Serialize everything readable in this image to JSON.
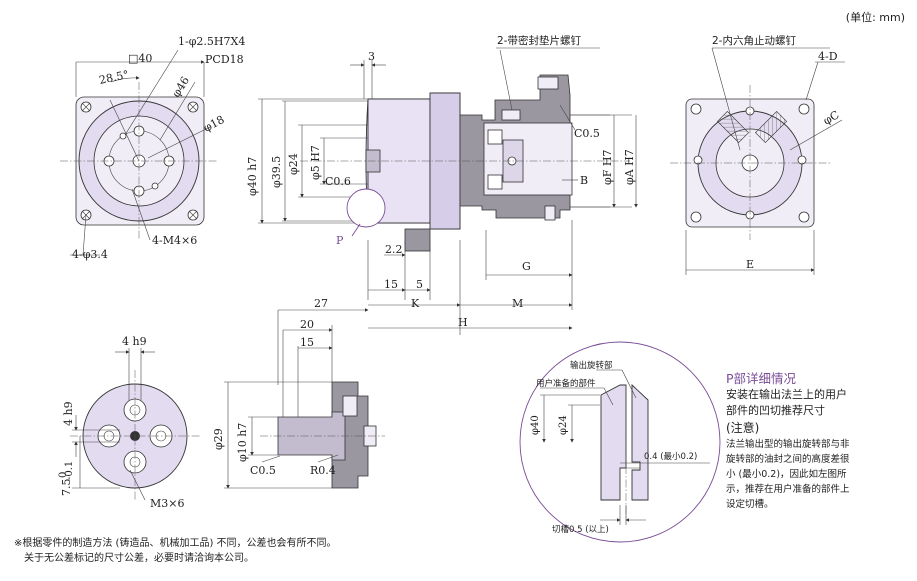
{
  "unit_label": "(单位: mm)",
  "front_view": {
    "square": "□40",
    "holes_label": "1-φ2.5H7X4",
    "pcd": "PCD18",
    "angle": "28.5°",
    "dia_outer": "φ46",
    "dia_pcd": "φ18",
    "corner_holes": "4-φ3.4",
    "tapped_holes": "4-M4×6"
  },
  "side_view": {
    "seal_screw": "2-带密封垫片螺钉",
    "dim_3": "3",
    "dia_40": "φ40 h7",
    "dia_395": "φ39.5",
    "dia_24": "φ24",
    "dia_5": "φ5 H7",
    "c06": "C0.6",
    "c05": "C0.5",
    "dia_f": "φF H7",
    "dia_a": "φA H7",
    "b": "B",
    "p": "P",
    "dim_22": "2.2",
    "dim_15": "15",
    "dim_5": "5",
    "g": "G",
    "k": "K",
    "dim_27": "27",
    "m": "M",
    "h": "H"
  },
  "rear_view": {
    "set_screw": "2-内六角止动螺钉",
    "d": "4-D",
    "c": "φC",
    "e": "E"
  },
  "shaft_front": {
    "key_width": "4 h9",
    "key_height": "4 h9",
    "dim_75": "7.5",
    "tol_upper": "0",
    "tol_lower": "-0.1",
    "tapped": "M3×6"
  },
  "shaft_side": {
    "dim_20": "20",
    "dim_15": "15",
    "dia_29": "φ29",
    "dia_10": "φ10 h7",
    "c05": "C0.5",
    "r04": "R0.4"
  },
  "detail_circle": {
    "output_rotor": "输出旋转部",
    "user_part": "用户准备的部件",
    "dia_40": "φ40",
    "dia_24": "φ24",
    "gap": "0.4 (最小0.2)",
    "groove": "切槽0.5 (以上)"
  },
  "p_detail": {
    "title": "P部详细情况",
    "line1": "安装在输出法兰上的用户",
    "line2": "部件的凹切推荐尺寸",
    "caution": "(注意)",
    "note1": "法兰输出型的输出旋转部与非",
    "note2": "旋转部的油封之间的高度差很",
    "note3": "小 (最小0.2)，因此如左图所",
    "note4": "示，推荐在用户准备的部件上",
    "note5": "设定切槽。"
  },
  "footnotes": {
    "line1": "※根据零件的制造方法 (铸造品、机械加工品) 不同，公差也会有所不同。",
    "line2": "关于无公差标记的尺寸公差，必要时请洽询本公司。"
  }
}
